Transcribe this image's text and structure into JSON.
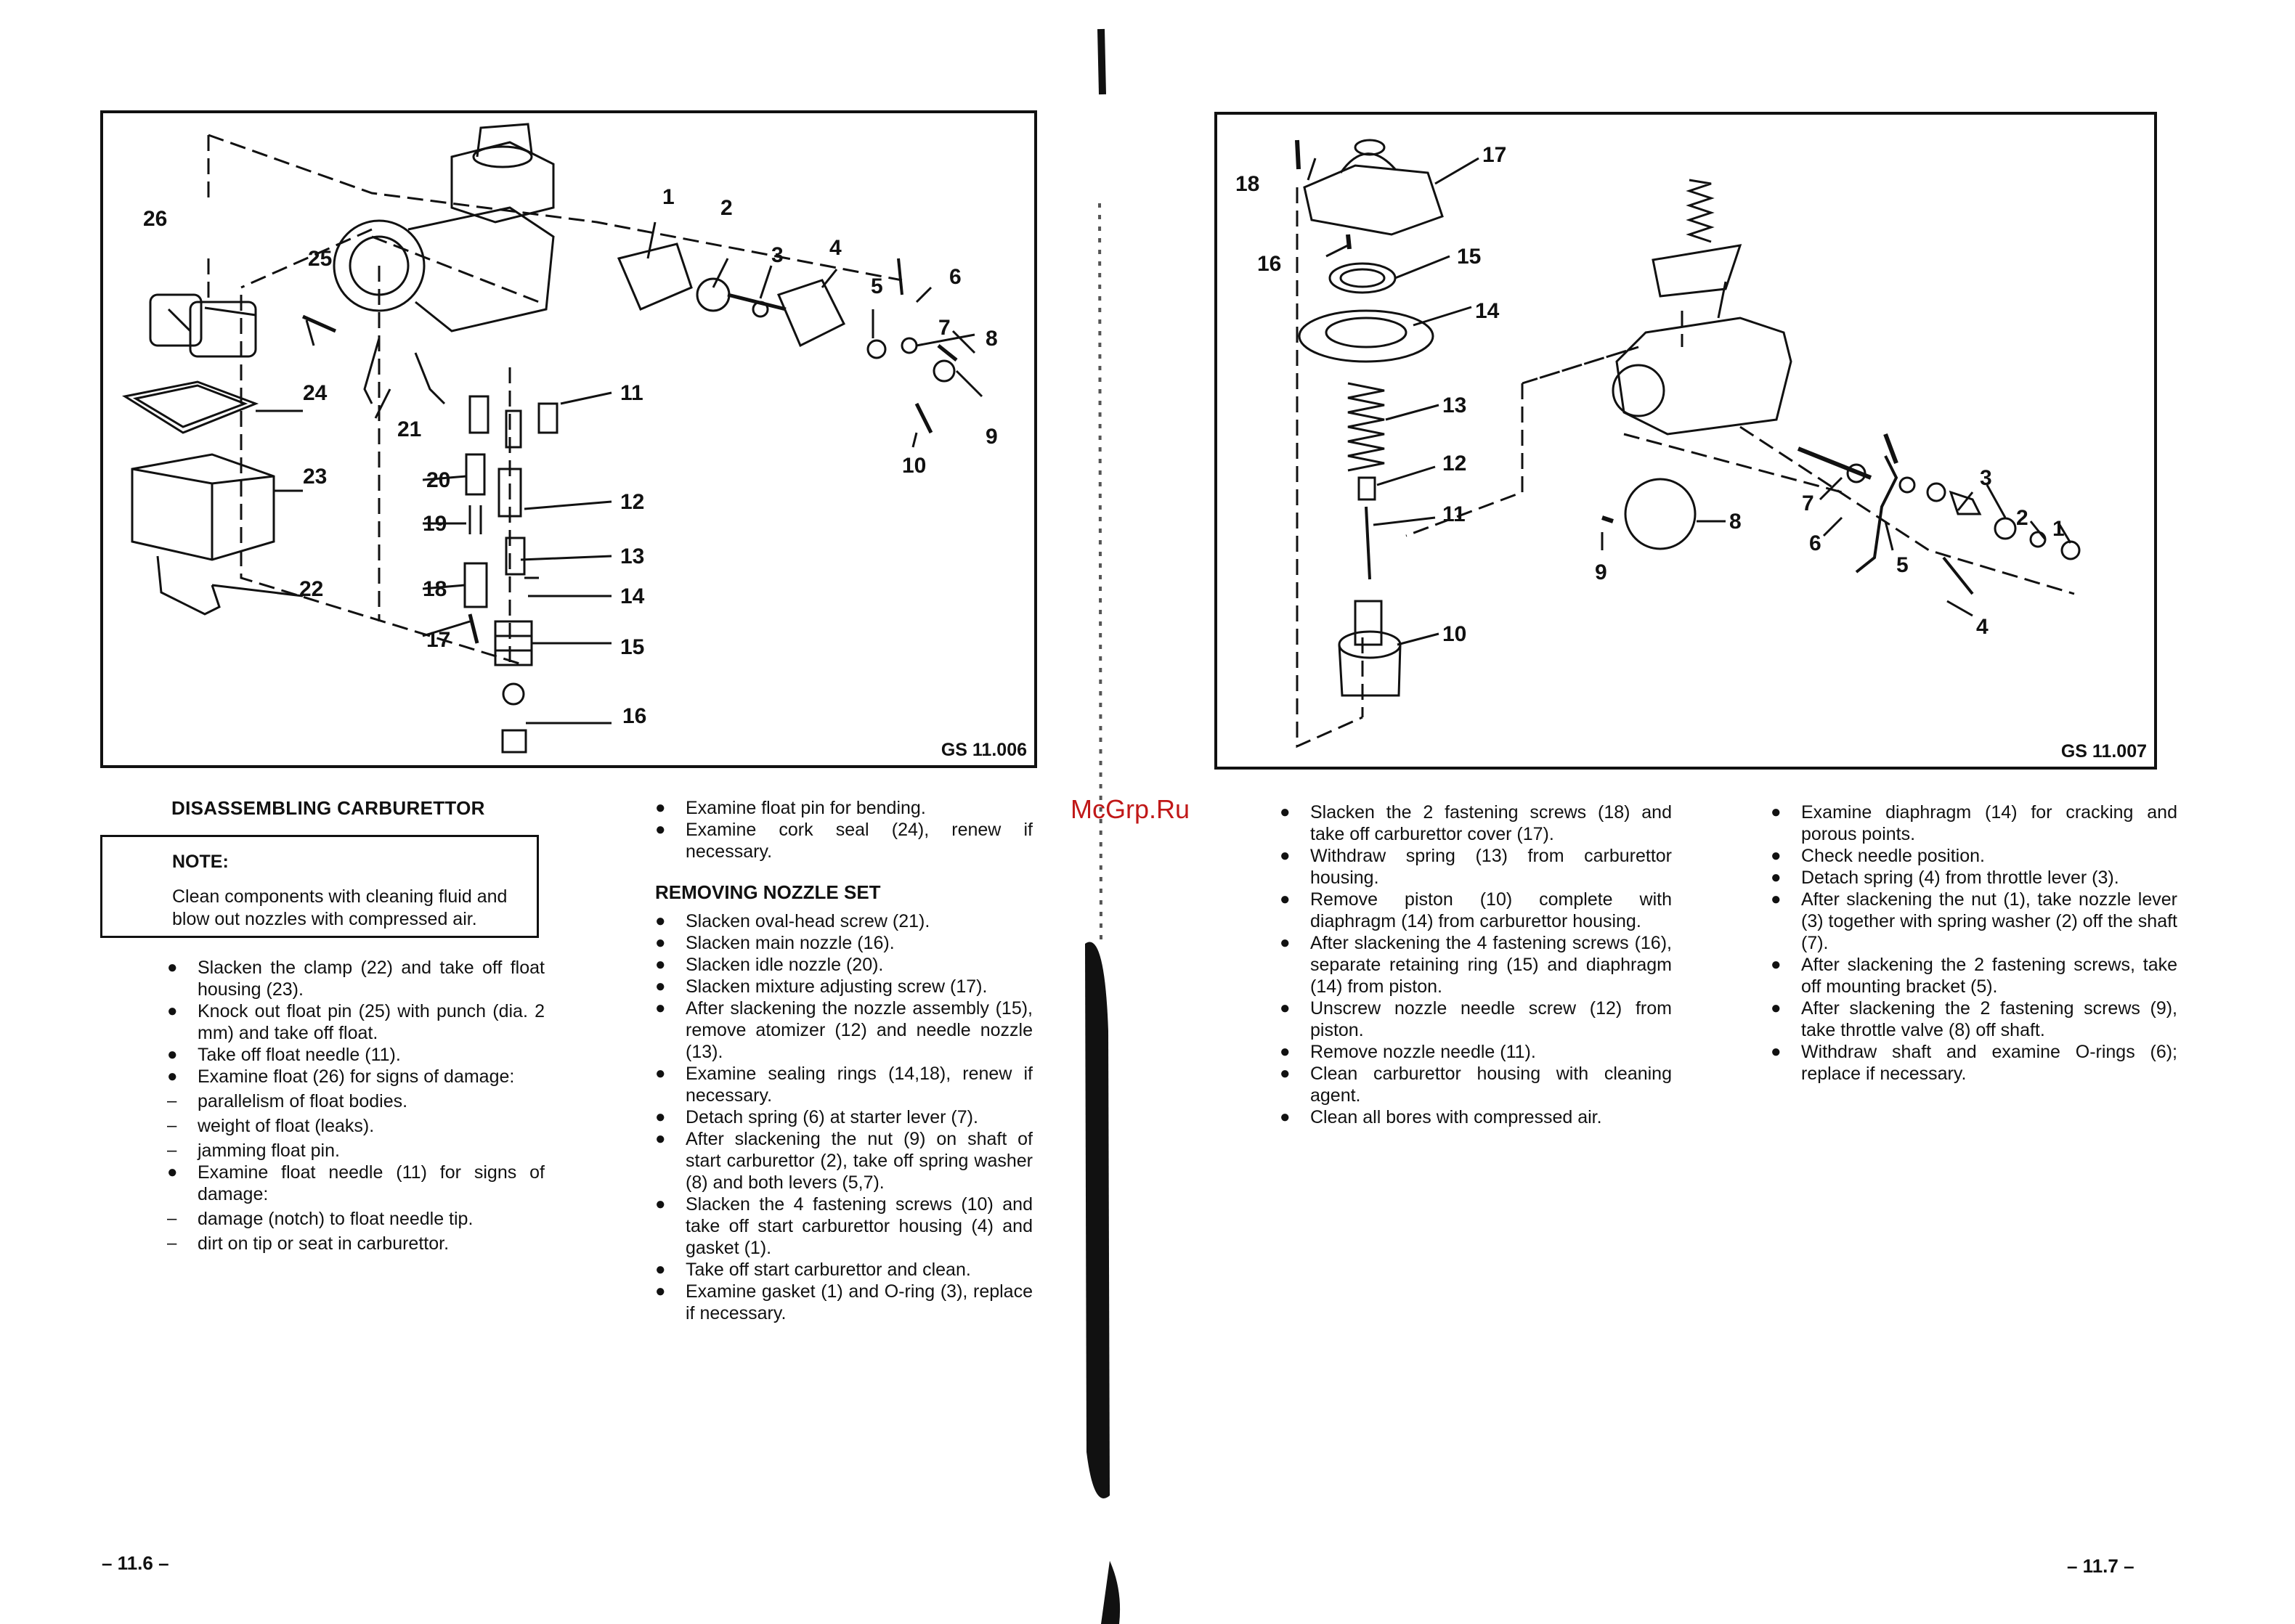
{
  "left_page": {
    "figure": {
      "code": "GS 11.006",
      "callouts": [
        "26",
        "25",
        "24",
        "23",
        "22",
        "21",
        "20",
        "19",
        "18",
        "17",
        "16",
        "15",
        "14",
        "13",
        "12",
        "11",
        "10",
        "9",
        "8",
        "7",
        "6",
        "5",
        "4",
        "3",
        "2",
        "1"
      ]
    },
    "section_title": "DISASSEMBLING CARBURETTOR",
    "note": {
      "title": "NOTE:",
      "text": "Clean components with cleaning fluid and blow out nozzles with compressed air."
    },
    "col1_items": [
      {
        "mark": "●",
        "text": "Slacken the clamp (22) and take off float housing (23)."
      },
      {
        "mark": "●",
        "text": "Knock out float pin (25) with punch (dia. 2 mm) and take off float."
      },
      {
        "mark": "●",
        "text": "Take off float needle (11)."
      },
      {
        "mark": "●",
        "text": "Examine float (26) for signs of damage:"
      },
      {
        "mark": "–",
        "text": "parallelism of float bodies."
      },
      {
        "mark": "–",
        "text": "weight of float (leaks)."
      },
      {
        "mark": "–",
        "text": "jamming float pin."
      },
      {
        "mark": "●",
        "text": "Examine float needle (11) for signs of damage:"
      },
      {
        "mark": "–",
        "text": "damage (notch) to float needle tip."
      },
      {
        "mark": "–",
        "text": "dirt on tip or seat in carburettor."
      }
    ],
    "col2_items_top": [
      {
        "mark": "●",
        "text": "Examine float pin for bending."
      },
      {
        "mark": "●",
        "text": "Examine cork seal (24), renew if necessary."
      }
    ],
    "subheading": "REMOVING NOZZLE SET",
    "col2_items": [
      {
        "mark": "●",
        "text": "Slacken oval-head screw (21)."
      },
      {
        "mark": "●",
        "text": "Slacken main nozzle (16)."
      },
      {
        "mark": "●",
        "text": "Slacken idle nozzle (20)."
      },
      {
        "mark": "●",
        "text": "Slacken mixture adjusting screw (17)."
      },
      {
        "mark": "●",
        "text": "After slackening the nozzle assembly (15), remove atomizer (12) and needle nozzle (13)."
      },
      {
        "mark": "●",
        "text": "Examine sealing rings (14,18), renew if necessary."
      },
      {
        "mark": "●",
        "text": "Detach spring (6) at starter lever (7)."
      },
      {
        "mark": "●",
        "text": "After slackening the nut (9) on shaft of start carburettor (2), take off spring washer (8) and both levers (5,7)."
      },
      {
        "mark": "●",
        "text": "Slacken the 4 fastening screws (10) and take off start carburettor housing (4) and gasket (1)."
      },
      {
        "mark": "●",
        "text": "Take off start carburettor and clean."
      },
      {
        "mark": "●",
        "text": "Examine gasket (1) and O-ring (3), replace if necessary."
      }
    ],
    "page_number": "– 11.6 –"
  },
  "right_page": {
    "figure": {
      "code": "GS 11.007",
      "callouts": [
        "18",
        "17",
        "16",
        "15",
        "14",
        "13",
        "12",
        "11",
        "10",
        "9",
        "8",
        "7",
        "6",
        "5",
        "4",
        "3",
        "2",
        "1"
      ]
    },
    "col1_items": [
      {
        "mark": "●",
        "text": "Slacken the 2 fastening screws (18) and take off carburettor cover (17)."
      },
      {
        "mark": "●",
        "text": "Withdraw spring (13) from carburettor housing."
      },
      {
        "mark": "●",
        "text": "Remove piston (10) complete with diaphragm (14) from carburettor housing."
      },
      {
        "mark": "●",
        "text": "After slackening the 4 fastening screws (16), separate retaining ring (15) and diaphragm (14) from piston."
      },
      {
        "mark": "●",
        "text": "Unscrew nozzle needle screw (12) from piston."
      },
      {
        "mark": "●",
        "text": "Remove nozzle needle (11)."
      },
      {
        "mark": "●",
        "text": "Clean carburettor housing with cleaning agent."
      },
      {
        "mark": "●",
        "text": "Clean all bores with compressed air."
      }
    ],
    "col2_items": [
      {
        "mark": "●",
        "text": "Examine diaphragm (14) for cracking and porous points."
      },
      {
        "mark": "●",
        "text": "Check needle position."
      },
      {
        "mark": "●",
        "text": "Detach spring (4) from throttle lever (3)."
      },
      {
        "mark": "●",
        "text": "After slackening the nut (1), take nozzle lever (3) together with spring washer (2) off the shaft (7)."
      },
      {
        "mark": "●",
        "text": "After slackening the 2 fastening screws, take off mounting bracket (5)."
      },
      {
        "mark": "●",
        "text": "After slackening the 2 fastening screws (9), take throttle valve (8) off shaft."
      },
      {
        "mark": "●",
        "text": "Withdraw shaft and examine O-rings (6); replace if necessary."
      }
    ],
    "page_number": "– 11.7 –"
  },
  "watermark": "McGrp.Ru"
}
